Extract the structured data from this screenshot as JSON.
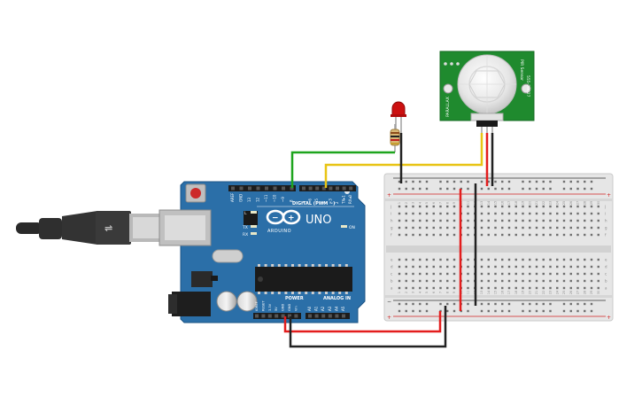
{
  "arduino": {
    "model": "UNO",
    "brand": "ARDUINO",
    "digital_header": "DIGITAL (PWM ~)",
    "power_header": "POWER",
    "analog_header": "ANALOG IN",
    "led_l": "L",
    "led_tx": "TX",
    "led_rx": "RX",
    "led_on": "ON",
    "power_pins": [
      "IOREF",
      "RESET",
      "3.3V",
      "5V",
      "GND",
      "GND",
      "Vin"
    ],
    "analog_pins": [
      "A0",
      "A1",
      "A2",
      "A3",
      "A4",
      "A5"
    ],
    "digital_pins_left": [
      "AREF",
      "GND",
      "13",
      "12",
      "~11",
      "~10",
      "~9",
      "8"
    ],
    "digital_pins_right": [
      "7",
      "~6",
      "~5",
      "4",
      "~3",
      "2",
      "TX▸1",
      "RX◂0"
    ]
  },
  "pir": {
    "label_line1": "PIR Sensor",
    "label_line2": "555-28027",
    "side_text": "PARALLAX"
  },
  "breadboard": {
    "columns": [
      "1",
      "2",
      "3",
      "4",
      "5",
      "6",
      "7",
      "8",
      "9",
      "10",
      "11",
      "12",
      "13",
      "14",
      "15",
      "16",
      "17",
      "18",
      "19",
      "20",
      "21",
      "22",
      "23",
      "24",
      "25",
      "26",
      "27",
      "28",
      "29",
      "30"
    ],
    "rows_top": [
      "j",
      "i",
      "h",
      "g",
      "f"
    ],
    "rows_bottom": [
      "e",
      "d",
      "c",
      "b",
      "a"
    ],
    "rail_plus": "+",
    "rail_minus": "−"
  },
  "wires": {
    "green": "#1ea51e",
    "yellow": "#e8c414",
    "red": "#e31d1d",
    "black": "#222222"
  },
  "colors": {
    "board": "#2b6fa8",
    "pcb": "#1f8a2e",
    "led": "#cc1010"
  }
}
